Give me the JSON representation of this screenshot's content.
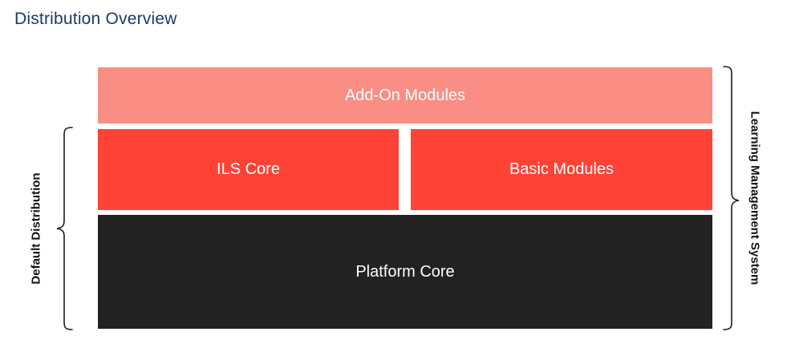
{
  "page": {
    "title": "Distribution Overview"
  },
  "diagram": {
    "blocks": {
      "addon": {
        "label": "Add-On Modules",
        "color": "#fa8e84"
      },
      "ils_core": {
        "label": "ILS Core",
        "color": "#ff4236"
      },
      "basic_modules": {
        "label": "Basic Modules",
        "color": "#ff4236"
      },
      "platform_core": {
        "label": "Platform Core",
        "color": "#222222"
      }
    },
    "brackets": {
      "left_label": "Default Distribution",
      "right_label": "Learning Management System",
      "stroke_color": "#1a1a1a"
    },
    "title_color": "#1a3a6b",
    "block_text_color": "#ffffff"
  }
}
